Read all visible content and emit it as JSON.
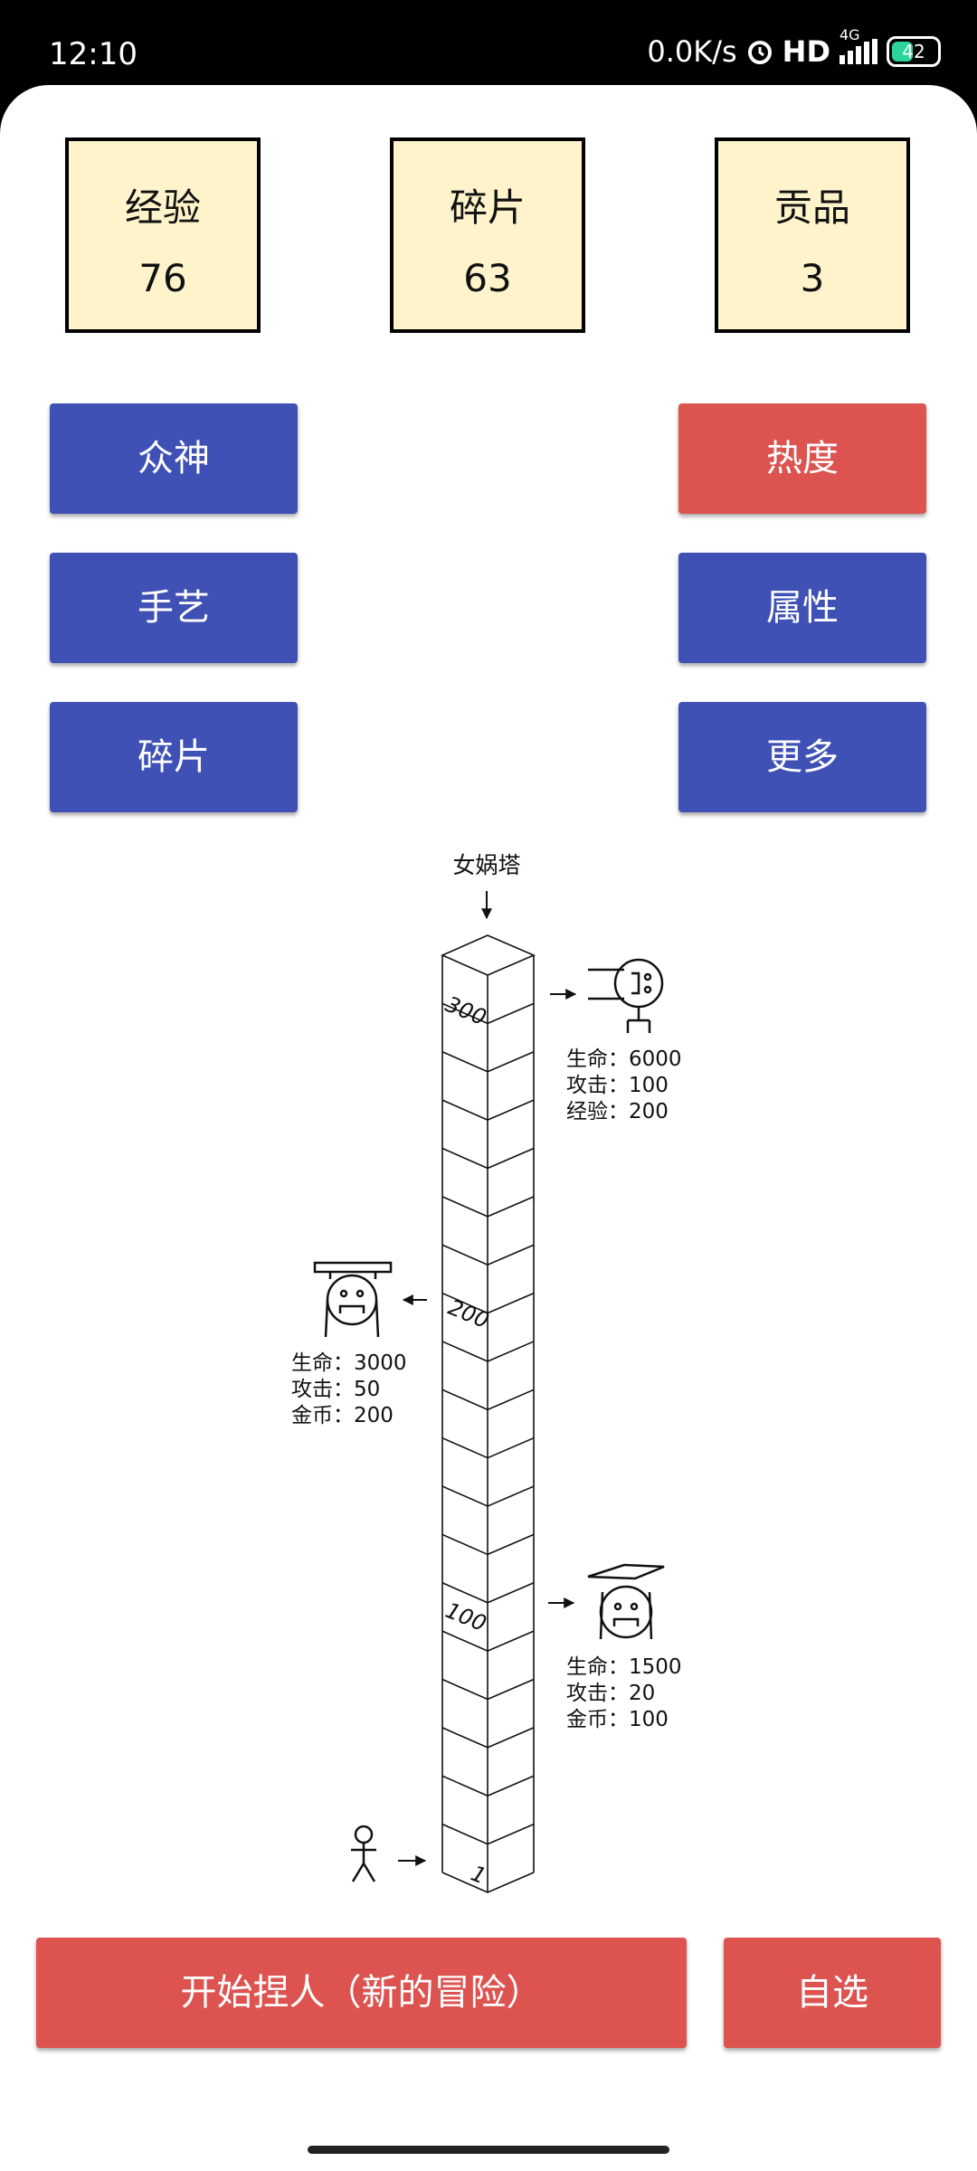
{
  "status_bar": {
    "time": "12:10",
    "speed": "0.0K/s",
    "hd": "HD",
    "network": "4G",
    "battery": "42",
    "icons": [
      "alarm-icon",
      "signal-icon",
      "battery-icon"
    ]
  },
  "stats": [
    {
      "label": "经验",
      "value": "76"
    },
    {
      "label": "碎片",
      "value": "63"
    },
    {
      "label": "贡品",
      "value": "3"
    }
  ],
  "menu_left": [
    "众神",
    "手艺",
    "碎片"
  ],
  "menu_right": [
    "热度",
    "属性",
    "更多"
  ],
  "tower": {
    "title": "女娲塔",
    "floor_labels": [
      "300",
      "200",
      "100",
      "1"
    ],
    "bosses": [
      {
        "lines": [
          "生命：6000",
          "攻击：100",
          "经验：200"
        ],
        "icon": "boss-300-face-icon"
      },
      {
        "lines": [
          "生命：3000",
          "攻击：50",
          "金币：200"
        ],
        "icon": "boss-200-face-icon"
      },
      {
        "lines": [
          "生命：1500",
          "攻击：20",
          "金币：100"
        ],
        "icon": "boss-100-graduate-icon"
      }
    ],
    "player_icon": "stick-figure-icon"
  },
  "bottom": {
    "start_label": "开始捏人（新的冒险）",
    "custom_label": "自选"
  },
  "colors": {
    "blue": "#3f51b5",
    "red": "#dc5350",
    "stat_bg": "#fff3cc"
  }
}
